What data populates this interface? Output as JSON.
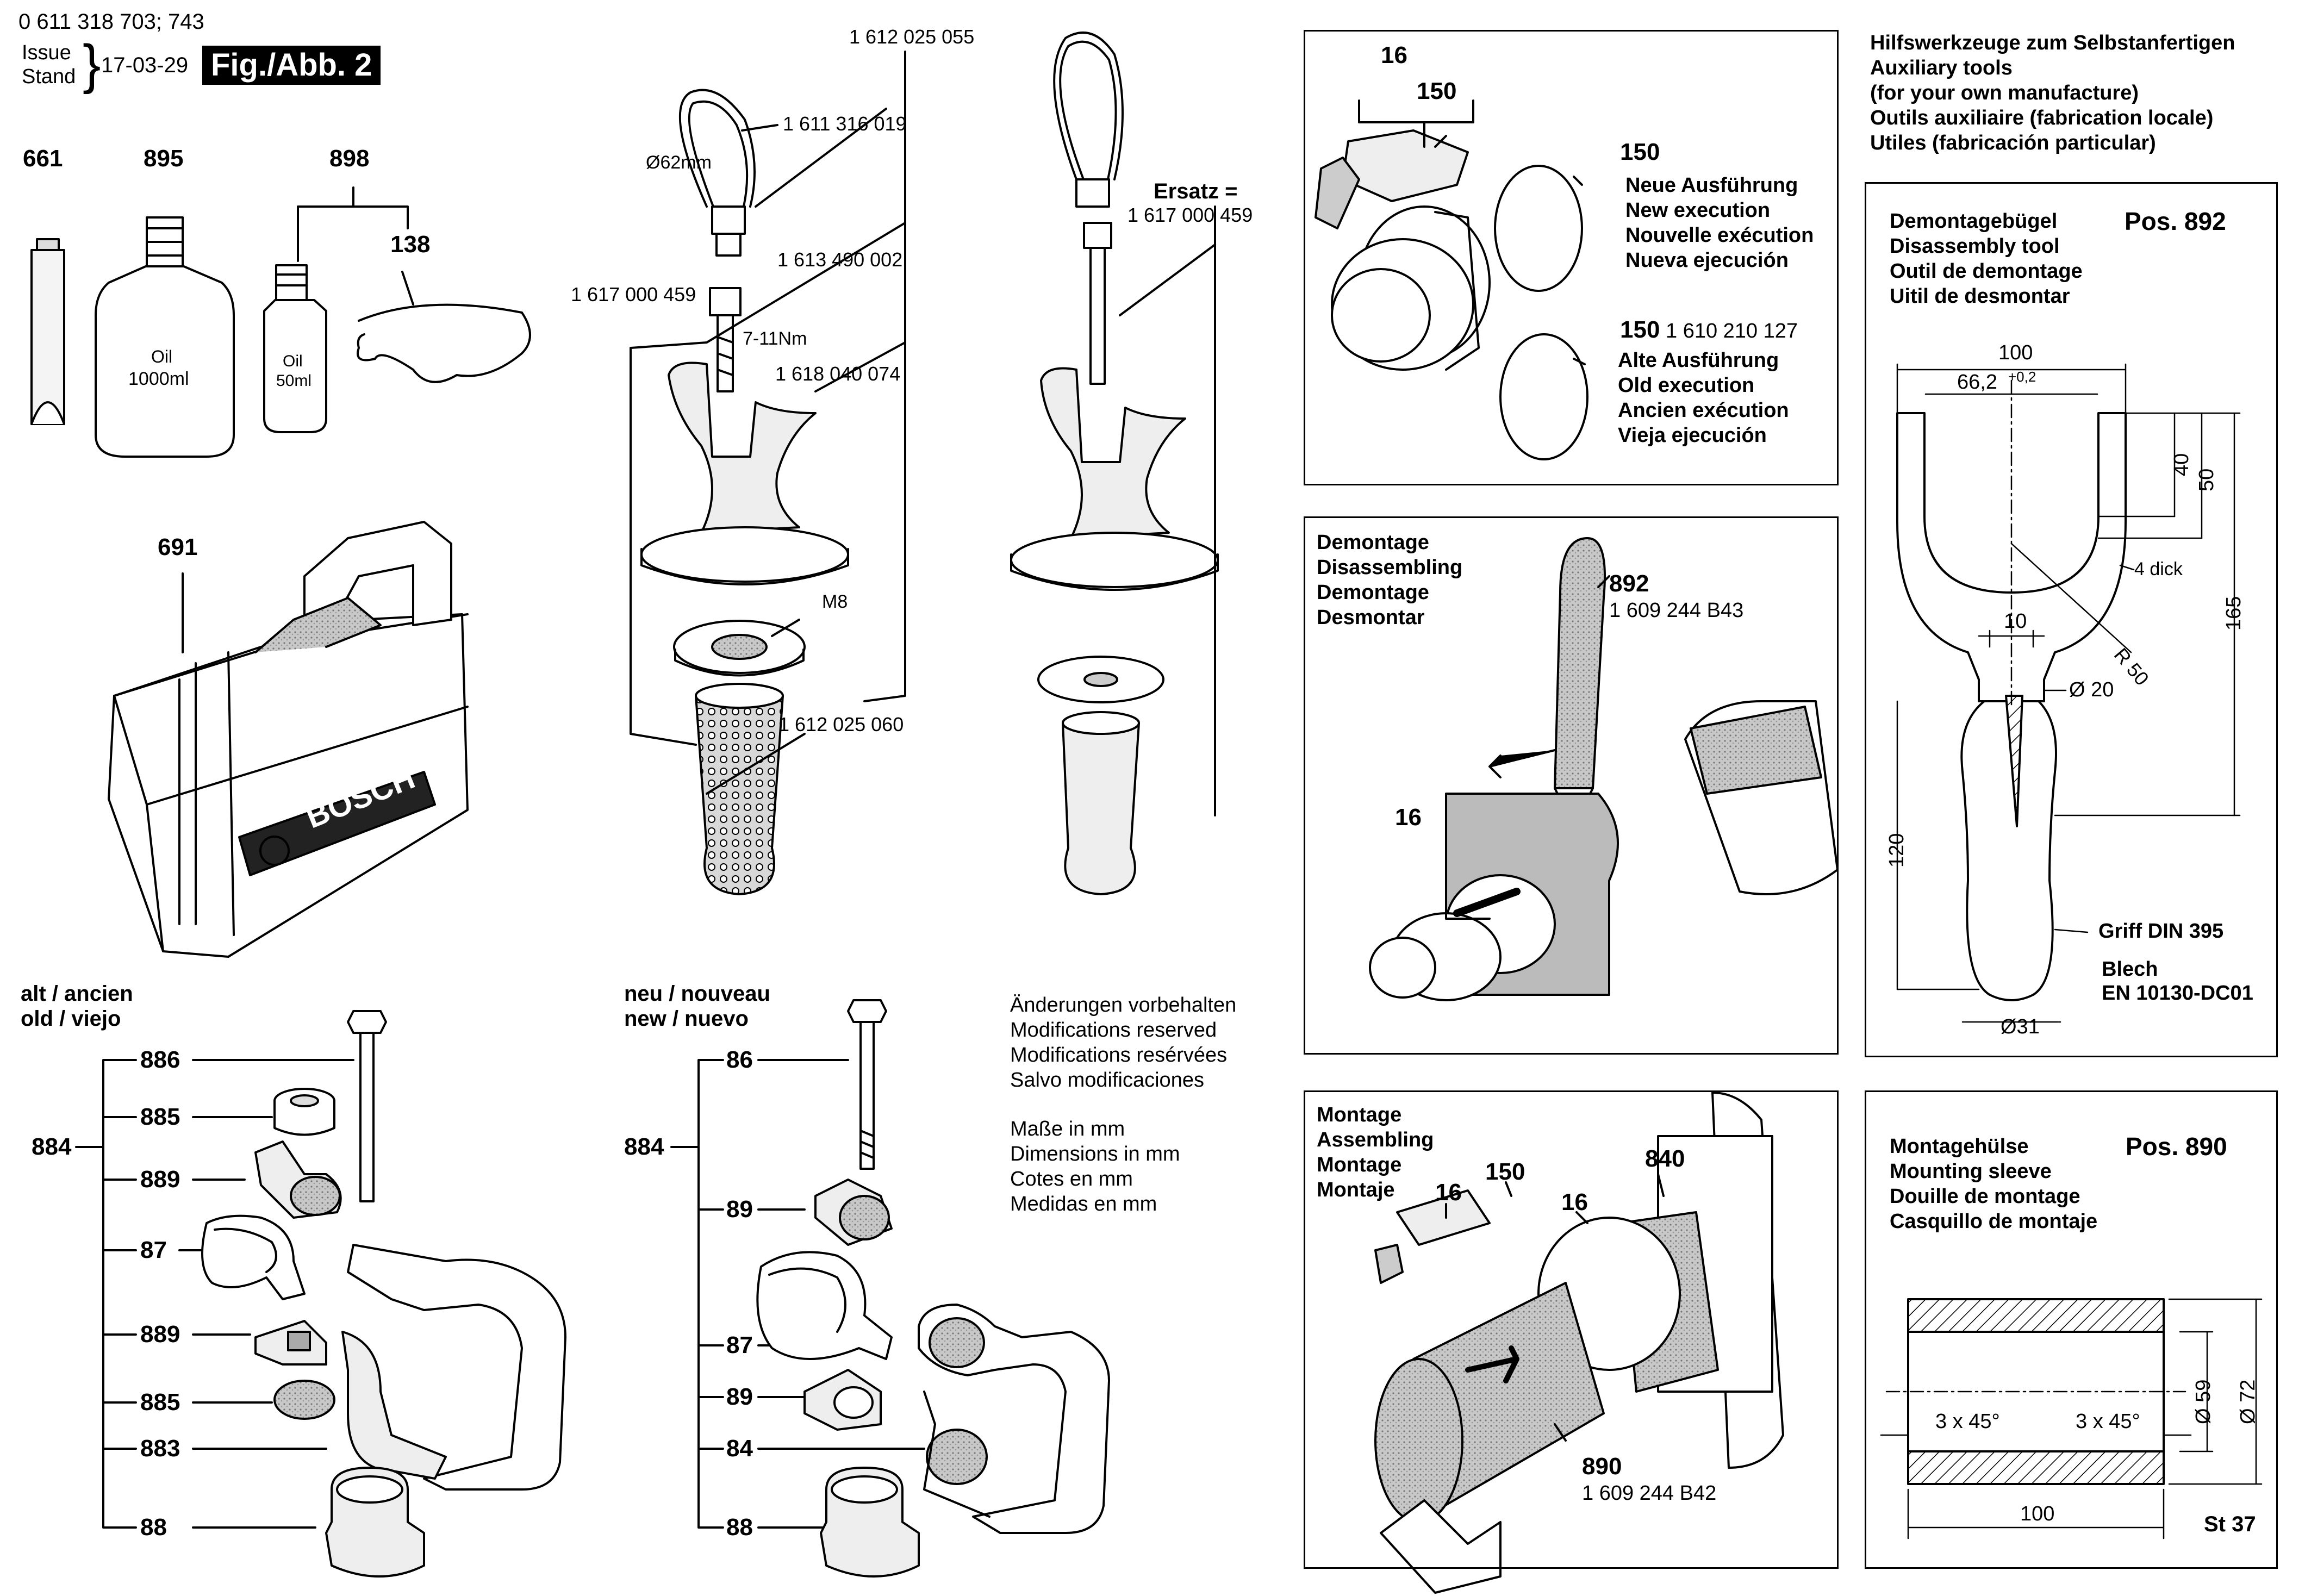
{
  "header": {
    "part_numbers": "0 611 318 703; 743",
    "issue_label": "Issue",
    "stand_label": "Stand",
    "issue_date": "17-03-29",
    "figure_label": "Fig./Abb. 2"
  },
  "accessories": {
    "p661": "661",
    "p895": "895",
    "p898": "898",
    "p138": "138",
    "p691": "691",
    "oil_large_1": "Oil",
    "oil_large_2": "1000ml",
    "oil_small_1": "Oil",
    "oil_small_2": "50ml",
    "case_brand": "BOSCH"
  },
  "handle_left": {
    "pn_top": "1 612 025 055",
    "pn_strap": "1 611 316 019",
    "diameter": "Ø62mm",
    "pn_bracket": "1 613 490 002",
    "pn_screw": "1 617 000 459",
    "torque": "7-11Nm",
    "pn_grip_body": "1 618 040 074",
    "thread": "M8",
    "pn_grip": "1 612 025 060"
  },
  "handle_right": {
    "ersatz": "Ersatz =",
    "ersatz_pn": "1 617 000 459"
  },
  "old_assembly": {
    "title_1": "alt / ancien",
    "title_2": "old / viejo",
    "group": "884",
    "items": [
      "886",
      "885",
      "889",
      "87",
      "889",
      "885",
      "883",
      "88"
    ]
  },
  "new_assembly": {
    "title_1": "neu / nouveau",
    "title_2": "new / nuevo",
    "group": "884",
    "items": [
      "86",
      "89",
      "87",
      "89",
      "84",
      "88"
    ]
  },
  "notes": {
    "lines_1": [
      "Änderungen vorbehalten",
      "Modifications reserved",
      "Modifications resérvées",
      "Salvo modificaciones"
    ],
    "lines_2": [
      "Maße in mm",
      "Dimensions in mm",
      "Cotes en mm",
      "Medidas en mm"
    ]
  },
  "panel_rings": {
    "p16": "16",
    "p150a": "150",
    "p150b": "150",
    "new_lines": [
      "Neue Ausführung",
      "New execution",
      "Nouvelle exécution",
      "Nueva ejecución"
    ],
    "p150c": "150",
    "p150c_pn": "1 610 210 127",
    "old_lines": [
      "Alte Ausführung",
      "Old execution",
      "Ancien exécution",
      "Vieja ejecución"
    ]
  },
  "panel_disassembly": {
    "lines": [
      "Demontage",
      "Disassembling",
      "Demontage",
      "Desmontar"
    ],
    "p892": "892",
    "p892_pn": "1 609 244 B43",
    "p16": "16"
  },
  "panel_assembly": {
    "lines": [
      "Montage",
      "Assembling",
      "Montage",
      "Montaje"
    ],
    "p16a": "16",
    "p150": "150",
    "p16b": "16",
    "p840": "840",
    "p890": "890",
    "p890_pn": "1 609 244 B42"
  },
  "tools_header": {
    "lines": [
      "Hilfswerkzeuge zum Selbstanfertigen",
      "Auxiliary tools",
      "(for your own manufacture)",
      "Outils auxiliaire (fabrication locale)",
      "Utiles (fabricación particular)"
    ]
  },
  "tool_892": {
    "lines": [
      "Demontagebügel",
      "Disassembly tool",
      "Outil de demontage",
      "Uitil de desmontar"
    ],
    "pos": "Pos. 892",
    "dim_100": "100",
    "dim_66": "66,2",
    "dim_66_tol": "+0,2",
    "dim_40": "40",
    "dim_50": "50",
    "thick": "4 dick",
    "dim_165": "165",
    "dim_10": "10",
    "dim_r50": "R 50",
    "dim_d20": "Ø 20",
    "dim_120": "120",
    "grip": "Griff DIN 395",
    "sheet_1": "Blech",
    "sheet_2": "EN 10130-DC01",
    "dim_d31": "Ø31"
  },
  "tool_890": {
    "lines": [
      "Montagehülse",
      "Mounting sleeve",
      "Douille de montage",
      "Casquillo de montaje"
    ],
    "pos": "Pos. 890",
    "chamfer_l": "3 x 45°",
    "chamfer_r": "3 x 45°",
    "dim_d59": "Ø 59",
    "dim_d72": "Ø 72",
    "dim_100": "100",
    "material": "St 37"
  }
}
